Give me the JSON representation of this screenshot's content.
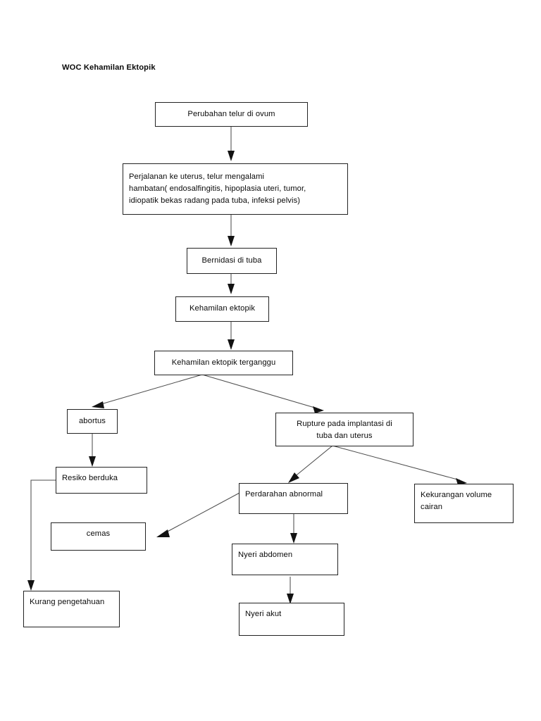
{
  "page": {
    "title": "WOC Kehamilan Ektopik",
    "background_color": "#ffffff",
    "box_border_color": "#232323",
    "edge_color": "#4d4d4d",
    "text_color": "#0a0a0a"
  },
  "chart_data": {
    "type": "diagram",
    "title": "WOC Kehamilan Ektopik",
    "layout": "top-down flowchart",
    "nodes": [
      {
        "id": "n1",
        "label": "Perubahan telur di ovum"
      },
      {
        "id": "n2",
        "label": "Perjalanan ke uterus, telur mengalami\nhambatan( endosalfingitis, hipoplasia uteri, tumor,\nidiopatik bekas radang pada tuba, infeksi pelvis)"
      },
      {
        "id": "n3",
        "label": "Bernidasi di tuba"
      },
      {
        "id": "n4",
        "label": "Kehamilan ektopik"
      },
      {
        "id": "n5",
        "label": "Kehamilan ektopik terganggu"
      },
      {
        "id": "n6",
        "label": "abortus"
      },
      {
        "id": "n7",
        "label": "Rupture pada implantasi di\ntuba dan uterus"
      },
      {
        "id": "n8",
        "label": "Resiko berduka"
      },
      {
        "id": "n9",
        "label": "Perdarahan abnormal"
      },
      {
        "id": "n10",
        "label": "Kekurangan volume\ncairan"
      },
      {
        "id": "n11",
        "label": "cemas"
      },
      {
        "id": "n12",
        "label": "Nyeri abdomen"
      },
      {
        "id": "n13",
        "label": "Kurang pengetahuan"
      },
      {
        "id": "n14",
        "label": "Nyeri akut"
      }
    ],
    "edges": [
      {
        "from": "n1",
        "to": "n2"
      },
      {
        "from": "n2",
        "to": "n3"
      },
      {
        "from": "n3",
        "to": "n4"
      },
      {
        "from": "n4",
        "to": "n5"
      },
      {
        "from": "n5",
        "to": "n6"
      },
      {
        "from": "n5",
        "to": "n7"
      },
      {
        "from": "n6",
        "to": "n8"
      },
      {
        "from": "n7",
        "to": "n9"
      },
      {
        "from": "n7",
        "to": "n10"
      },
      {
        "from": "n9",
        "to": "n11"
      },
      {
        "from": "n9",
        "to": "n12"
      },
      {
        "from": "n8",
        "to": "n13"
      },
      {
        "from": "n12",
        "to": "n14"
      }
    ]
  }
}
